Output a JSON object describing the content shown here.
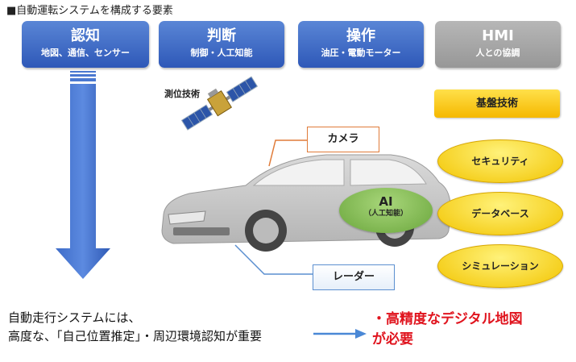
{
  "title": "■自動運転システムを構成する要素",
  "headers": [
    {
      "main": "認知",
      "sub": "地図、通信、センサー"
    },
    {
      "main": "判断",
      "sub": "制御・人工知能"
    },
    {
      "main": "操作",
      "sub": "油圧・電動モーター"
    },
    {
      "main": "HMI",
      "sub": "人との協調"
    }
  ],
  "satellite_label": "測位技術",
  "camera_label": "カメラ",
  "radar_label": "レーダー",
  "ai": {
    "main": "AI",
    "sub": "（人工知能）"
  },
  "base_tech": "基盤技術",
  "base_items": [
    "セキュリティ",
    "データベース",
    "シミュレーション"
  ],
  "bottom": {
    "line1": "自動走行システムには、",
    "line2": "高度な、「自己位置推定」・周辺環境認知が重要",
    "red_line1": "・高精度なデジタル地図",
    "red_line2": "が必要"
  },
  "colors": {
    "blue": "#2e58b8",
    "gray": "#979797",
    "red": "#e0141e",
    "yellow": "#f5b800",
    "green": "#6aa63c"
  }
}
